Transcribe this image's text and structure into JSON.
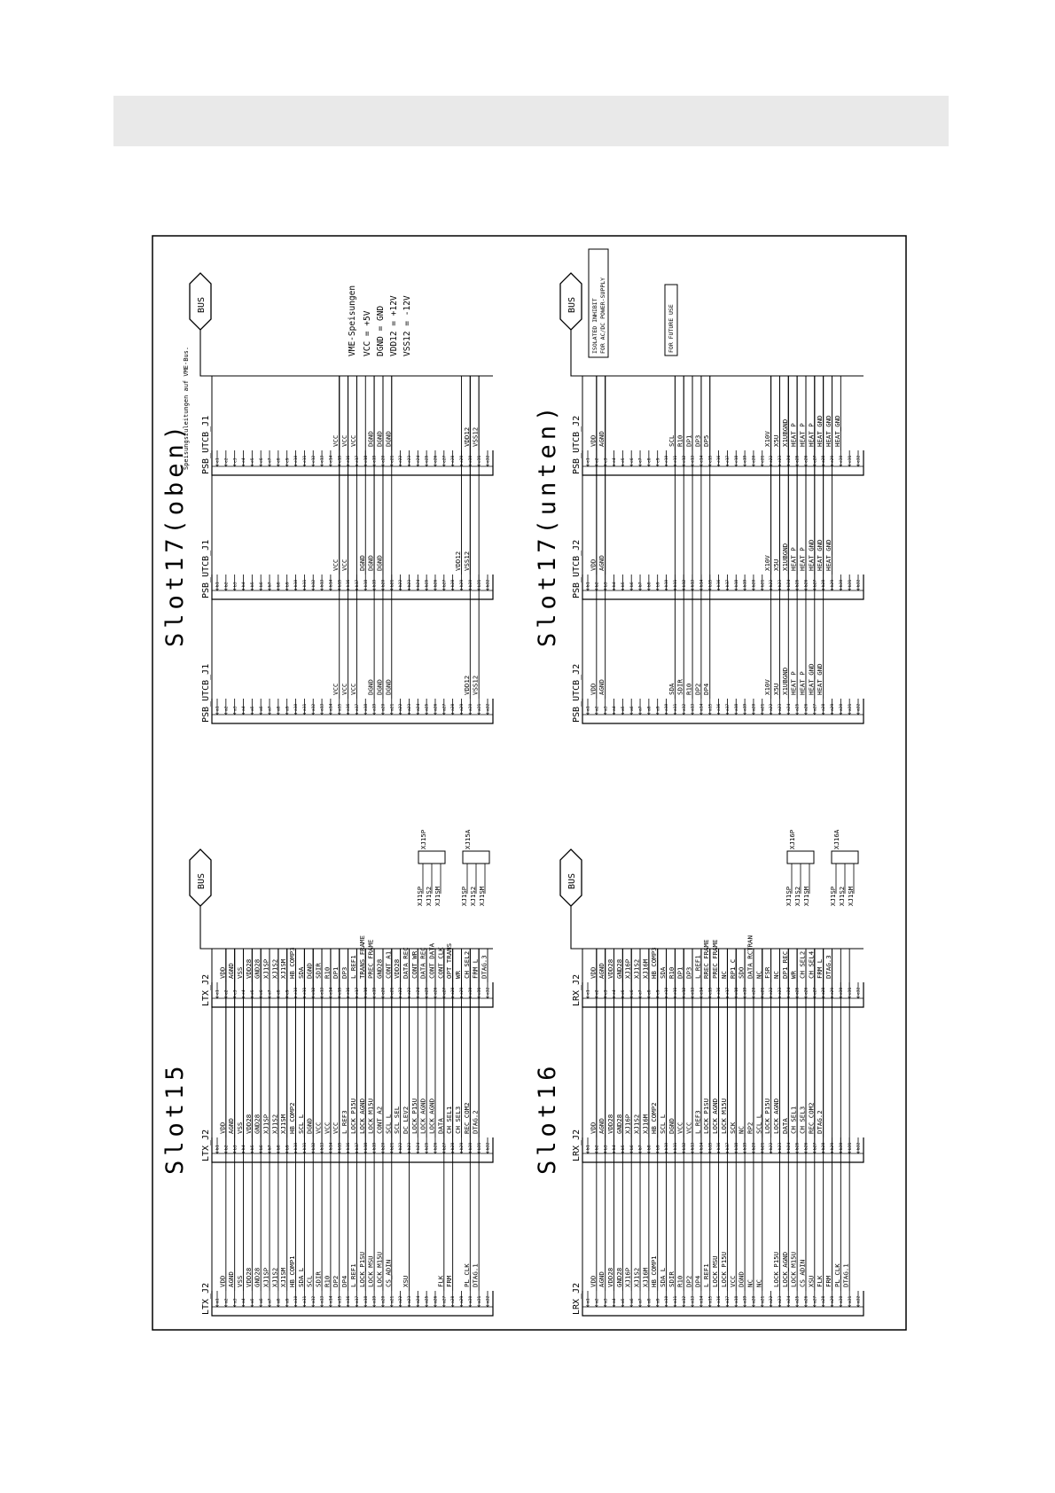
{
  "header_band": "",
  "bus_label": "BUS",
  "slots": {
    "slot15": {
      "title": "Slot15",
      "connectors": [
        {
          "name": "LTX_J2",
          "pins": [
            "a1",
            "a2",
            "a3",
            "a4",
            "a5",
            "a6",
            "a7",
            "a8",
            "a9",
            "a10",
            "a11",
            "a12",
            "a13",
            "a14",
            "a15",
            "a16",
            "a17",
            "a18",
            "a19",
            "a20",
            "a21",
            "a22",
            "a23",
            "a24",
            "a25",
            "a26",
            "a27",
            "a28",
            "a29",
            "a30",
            "a31",
            "a32"
          ],
          "signals": [
            "",
            "VDD",
            "AGND",
            "VSS",
            "VDD28",
            "GND28",
            "XJ1SP",
            "XJ1S2",
            "XJ1SM",
            "HB_COMP1",
            "SDA_L",
            "SCL",
            "SDIR",
            "R10",
            "DP2",
            "DP4",
            "L_REF1",
            "LOCK_P1SU",
            "LOCK_MSU",
            "LOCK_M15U",
            "CS_ADIN",
            "",
            "XSU",
            "",
            "",
            "",
            "FLK",
            "FRM",
            "",
            "PL_CLK",
            "DTAG.1",
            ""
          ]
        },
        {
          "name": "LTX_J2",
          "pins": [
            "b1",
            "b2",
            "b3",
            "b4",
            "b5",
            "b6",
            "b7",
            "b8",
            "b9",
            "b10",
            "b11",
            "b12",
            "b13",
            "b14",
            "b15",
            "b16",
            "b17",
            "b18",
            "b19",
            "b20",
            "b21",
            "b22",
            "b23",
            "b24",
            "b25",
            "b26",
            "b27",
            "b28",
            "b29",
            "b30",
            "b31",
            "b32"
          ],
          "signals": [
            "",
            "VDD",
            "AGND",
            "VSS",
            "VDD28",
            "GND28",
            "XJ1SP",
            "XJ1S2",
            "XJ1SM",
            "HB_COMP2",
            "SCL_L",
            "DGND",
            "VCC",
            "VCC",
            "VCC",
            "L_REF3",
            "LOCK_P15U",
            "LOCK_AGND",
            "LOCK_M15U",
            "CONT_A2",
            "SCL_L",
            "SCL_SEL",
            "DC_LEV2",
            "LOCK_P15U",
            "LOCK_AGND",
            "LOCK_AGND",
            "DATA",
            "CH_SEL1",
            "CH_SEL3",
            "REC_COM2",
            "DTAG.2",
            ""
          ]
        },
        {
          "name": "LTX_J2",
          "pins": [
            "c1",
            "c2",
            "c3",
            "c4",
            "c5",
            "c6",
            "c7",
            "c8",
            "c9",
            "c10",
            "c11",
            "c12",
            "c13",
            "c14",
            "c15",
            "c16",
            "c17",
            "c18",
            "c19",
            "c20",
            "c21",
            "c22",
            "c23",
            "c24",
            "c25",
            "c26",
            "c27",
            "c28",
            "c29",
            "c30",
            "c31",
            "c32"
          ],
          "signals": [
            "",
            "VDD",
            "AGND",
            "VSS",
            "VDD28",
            "GND28",
            "XJ1SP",
            "XJ1S2",
            "XJ1SM",
            "HB_COMP3",
            "SDA",
            "DGND",
            "SDIR",
            "R10",
            "DP1",
            "DP3",
            "L_REF1",
            "TRANS_FRAME",
            "PREC_FRAME",
            "GND28",
            "CONT_A1",
            "VDD28",
            "DATA_REC",
            "CONT_WR",
            "DATA_REC",
            "CONT_DATA",
            "CONT_CLK",
            "OPT_TRANS",
            "WR",
            "CH_SEL2",
            "FRM_L",
            "DTAG.3"
          ]
        }
      ],
      "jumpers": [
        {
          "name": "XJ15P",
          "signals": [
            "XJ1SP",
            "XJ1S2",
            "XJ1SM"
          ]
        },
        {
          "name": "XJ15A",
          "signals": [
            "XJ1SP",
            "XJ1S2",
            "XJ1SM"
          ]
        }
      ]
    },
    "slot16": {
      "title": "Slot16",
      "connectors": [
        {
          "name": "LRX_J2",
          "pins": [
            "a1",
            "a2",
            "a3",
            "a4",
            "a5",
            "a6",
            "a7",
            "a8",
            "a9",
            "a10",
            "a11",
            "a12",
            "a13",
            "a14",
            "a15",
            "a16",
            "a17",
            "a18",
            "a19",
            "a20",
            "a21",
            "a22",
            "a23",
            "a24",
            "a25",
            "a26",
            "a27",
            "a28",
            "a29",
            "a30",
            "a31",
            "a32"
          ],
          "signals": [
            "",
            "VDD",
            "AGND",
            "VDD28",
            "GND28",
            "XJ16P",
            "XJ1S2",
            "XJ16M",
            "HB_COMP1",
            "SDA_L",
            "SDIR",
            "R10",
            "DP2",
            "DP4",
            "L_REF1",
            "LOCK_MSU",
            "LOCK_P15U",
            "VCC",
            "DGND",
            "NC",
            "NC",
            "",
            "LOCK_P15U",
            "LOCK_AGND",
            "LOCK_M15U",
            "CS_ADIN",
            "XSU",
            "FLK",
            "FRM",
            "PL_CLK",
            "DTAG.1",
            ""
          ]
        },
        {
          "name": "LRX_J2",
          "pins": [
            "b1",
            "b2",
            "b3",
            "b4",
            "b5",
            "b6",
            "b7",
            "b8",
            "b9",
            "b10",
            "b11",
            "b12",
            "b13",
            "b14",
            "b15",
            "b16",
            "b17",
            "b18",
            "b19",
            "b20",
            "b21",
            "b22",
            "b23",
            "b24",
            "b25",
            "b26",
            "b27",
            "b28",
            "b29",
            "b30",
            "b31",
            "b32"
          ],
          "signals": [
            "",
            "VDD",
            "AGND",
            "VDD28",
            "GND28",
            "XJ16P",
            "XJ1S2",
            "XJ16M",
            "HB_COMP2",
            "SCL_L",
            "DGND",
            "VCC",
            "VCC",
            "L_REF3",
            "LOCK_P1SU",
            "LOCK_AGND",
            "LOCK_M15U",
            "SCK",
            "NC",
            "RP2",
            "SCL_L",
            "LOCK_P15U",
            "LOCK_AGND",
            "DATA",
            "CH_SEL1",
            "CH_SEL3",
            "REC_COM2",
            "DTAG.2",
            "",
            "",
            "",
            ""
          ]
        },
        {
          "name": "LRX_J2",
          "pins": [
            "c1",
            "c2",
            "c3",
            "c4",
            "c5",
            "c6",
            "c7",
            "c8",
            "c9",
            "c10",
            "c11",
            "c12",
            "c13",
            "c14",
            "c15",
            "c16",
            "c17",
            "c18",
            "c19",
            "c20",
            "c21",
            "c22",
            "c23",
            "c24",
            "c25",
            "c26",
            "c27",
            "c28",
            "c29",
            "c30",
            "c31",
            "c32"
          ],
          "signals": [
            "",
            "VDD",
            "AGND",
            "VDD28",
            "GND28",
            "XJ16P",
            "XJ1S2",
            "XJ16M",
            "HB_COMP3",
            "SDA",
            "R10",
            "DP1",
            "DP3",
            "L_REF1",
            "RREC_FRAME",
            "PREC_FRAME",
            "NC",
            "RP1_C",
            "SDO",
            "DATA_RCTRAN",
            "NC",
            "FSR",
            "NC",
            "DP1_REC",
            "WR",
            "CH_SEL2",
            "CH_SEL4",
            "FRM_L",
            "DTAG.3",
            "",
            "",
            ""
          ]
        }
      ],
      "jumpers": [
        {
          "name": "XJ16P",
          "signals": [
            "XJ1SP",
            "XJ1S2",
            "XJ1SM"
          ]
        },
        {
          "name": "XJ16A",
          "signals": [
            "XJ1SP",
            "XJ1S2",
            "XJ1SM"
          ]
        }
      ]
    },
    "slot17_oben": {
      "title": "Slot17(oben)",
      "note": "Speisungszuleitungen auf VME-Bus.",
      "legend": [
        "VME-Speisungen",
        "VCC = +5V",
        "DGND = GND",
        "VDD12 = +12V",
        "VSS12 = -12V"
      ],
      "connectors": [
        {
          "name": "PSB_UTCB_J1",
          "pins": [
            "a1",
            "a2",
            "a3",
            "a4",
            "a5",
            "a6",
            "a7",
            "a8",
            "a9",
            "a10",
            "a11",
            "a12",
            "a13",
            "a14",
            "a15",
            "a16",
            "a17",
            "a18",
            "a19",
            "a20",
            "a21",
            "a22",
            "a23",
            "a24",
            "a25",
            "a26",
            "a27",
            "a28",
            "a29",
            "a30",
            "a31",
            "a32"
          ],
          "signals": [
            "",
            "",
            "",
            "",
            "",
            "",
            "",
            "",
            "",
            "",
            "",
            "",
            "",
            "",
            "VCC",
            "VCC",
            "VCC",
            "",
            "DGND",
            "DGND",
            "DGND",
            "",
            "",
            "",
            "",
            "",
            "",
            "",
            "",
            "VDD12",
            "VSS12",
            ""
          ]
        },
        {
          "name": "PSB_UTCB_J1",
          "pins": [
            "b1",
            "b2",
            "b3",
            "b4",
            "b5",
            "b6",
            "b7",
            "b8",
            "b9",
            "b10",
            "b11",
            "b12",
            "b13",
            "b14",
            "b15",
            "b16",
            "b17",
            "b18",
            "b19",
            "b20",
            "b21",
            "b22",
            "b23",
            "b24",
            "b25",
            "b26",
            "b27",
            "b28",
            "b29",
            "b30",
            "b31",
            "b32"
          ],
          "signals": [
            "",
            "",
            "",
            "",
            "",
            "",
            "",
            "",
            "",
            "",
            "",
            "",
            "",
            "",
            "VCC",
            "VCC",
            "",
            "DGND",
            "DGND",
            "DGND",
            "",
            "",
            "",
            "",
            "",
            "",
            "",
            "",
            "VDD12",
            "VSS12",
            "",
            ""
          ]
        },
        {
          "name": "PSB_UTCB_J1",
          "pins": [
            "c1",
            "c2",
            "c3",
            "c4",
            "c5",
            "c6",
            "c7",
            "c8",
            "c9",
            "c10",
            "c11",
            "c12",
            "c13",
            "c14",
            "c15",
            "c16",
            "c17",
            "c18",
            "c19",
            "c20",
            "c21",
            "c22",
            "c23",
            "c24",
            "c25",
            "c26",
            "c27",
            "c28",
            "c29",
            "c30",
            "c31",
            "c32"
          ],
          "signals": [
            "",
            "",
            "",
            "",
            "",
            "",
            "",
            "",
            "",
            "",
            "",
            "",
            "",
            "",
            "VCC",
            "VCC",
            "VCC",
            "",
            "DGND",
            "DGND",
            "DGND",
            "",
            "",
            "",
            "",
            "",
            "",
            "",
            "",
            "VDD12",
            "VSS12",
            ""
          ]
        }
      ]
    },
    "slot17_unten": {
      "title": "Slot17(unten)",
      "boxes": [
        "ISOLATED INHIBIT",
        "FOR AC/DC POWER-SUPPLY",
        "FOR FUTURE USE"
      ],
      "connectors": [
        {
          "name": "PSB_UTCB_J2",
          "pins": [
            "a1",
            "a2",
            "a3",
            "a4",
            "a5",
            "a6",
            "a7",
            "a8",
            "a9",
            "a10",
            "a11",
            "a12",
            "a13",
            "a14",
            "a15",
            "a16",
            "a17",
            "a18",
            "a19",
            "a20",
            "a21",
            "a22",
            "a23",
            "a24",
            "a25",
            "a26",
            "a27",
            "a28",
            "a29",
            "a30",
            "a31",
            "a32"
          ],
          "signals": [
            "",
            "VDD",
            "AGND",
            "",
            "",
            "",
            "",
            "",
            "",
            "",
            "SDA",
            "SDIR",
            "R10",
            "DP2",
            "DP4",
            "",
            "",
            "",
            "",
            "",
            "",
            "X10V",
            "X5U",
            "X1UBGND",
            "HEAT_P",
            "HEAT_P",
            "HEAT_GND",
            "HEAT_GND",
            "",
            "",
            "",
            ""
          ]
        },
        {
          "name": "PSB_UTCB_J2",
          "pins": [
            "b1",
            "b2",
            "b3",
            "b4",
            "b5",
            "b6",
            "b7",
            "b8",
            "b9",
            "b10",
            "b11",
            "b12",
            "b13",
            "b14",
            "b15",
            "b16",
            "b17",
            "b18",
            "b19",
            "b20",
            "b21",
            "b22",
            "b23",
            "b24",
            "b25",
            "b26",
            "b27",
            "b28",
            "b29",
            "b30",
            "b31",
            "b32"
          ],
          "signals": [
            "",
            "VDD",
            "AGND",
            "",
            "",
            "",
            "",
            "",
            "",
            "",
            "",
            "",
            "",
            "",
            "",
            "",
            "",
            "",
            "",
            "",
            "",
            "X10V",
            "X5U",
            "X1UBGND",
            "HEAT_P",
            "HEAT_P",
            "HEAT_GND",
            "HEAT_GND",
            "HEAT_GND",
            "",
            "",
            ""
          ]
        },
        {
          "name": "PSB_UTCB_J2",
          "pins": [
            "c1",
            "c2",
            "c3",
            "c4",
            "c5",
            "c6",
            "c7",
            "c8",
            "c9",
            "c10",
            "c11",
            "c12",
            "c13",
            "c14",
            "c15",
            "c16",
            "c17",
            "c18",
            "c19",
            "c20",
            "c21",
            "c22",
            "c23",
            "c24",
            "c25",
            "c26",
            "c27",
            "c28",
            "c29",
            "c30",
            "c31",
            "c32"
          ],
          "signals": [
            "",
            "VDD",
            "AGND",
            "",
            "",
            "",
            "",
            "",
            "",
            "",
            "SCL",
            "R10",
            "DP1",
            "DP3",
            "DP5",
            "",
            "",
            "",
            "",
            "",
            "",
            "X10V",
            "X5U",
            "X1UBGND",
            "HEAT_P",
            "HEAT_P",
            "HEAT_P",
            "HEAT_GND",
            "HEAT_GND",
            "HEAT_GND",
            "",
            ""
          ]
        }
      ]
    }
  }
}
